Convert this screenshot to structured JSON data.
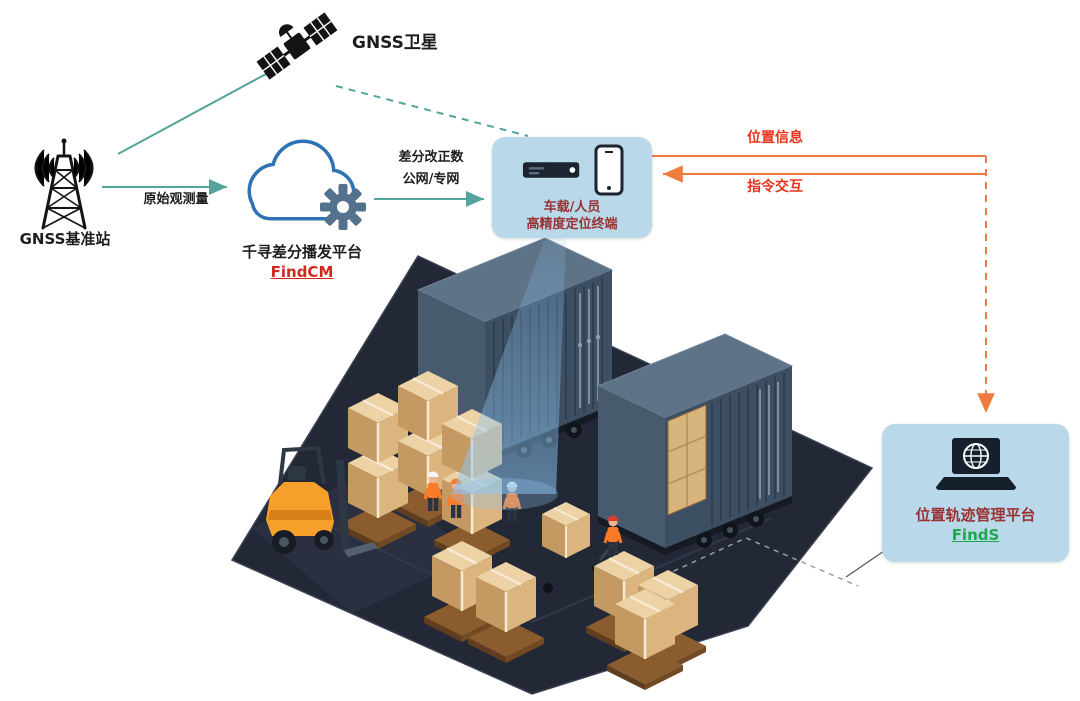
{
  "diagram": {
    "satellite": {
      "label": "GNSS卫星",
      "icon": "satellite-icon"
    },
    "base_station": {
      "label": "GNSS基准站",
      "icon": "signal-tower-icon"
    },
    "flow_base_to_cloud": {
      "label": "原始观测量"
    },
    "cloud_platform": {
      "name": "千寻差分播发平台",
      "product": "FindCM",
      "icon": "cloud-gear-icon"
    },
    "flow_cloud_to_terminal": {
      "line1": "差分改正数",
      "line2": "公网/专网"
    },
    "terminal": {
      "line1": "车载/人员",
      "line2": "高精度定位终端",
      "icons": [
        "receiver-icon",
        "smartphone-icon"
      ]
    },
    "flow_position": {
      "label": "位置信息"
    },
    "flow_command": {
      "label": "指令交互"
    },
    "management_platform": {
      "name": "位置轨迹管理平台",
      "product": "FindS",
      "icon": "laptop-globe-icon"
    },
    "scene": {
      "description": "isometric container yard with two containers, forklift, pallet stacks and workers"
    }
  },
  "colors": {
    "teal_line": "#54a49d",
    "orange_line": "#ee7c3f",
    "red_label": "#e8321e",
    "panel_text_red": "#993333",
    "findcm_red": "#d02a1f",
    "finds_green": "#1ca84b",
    "panel_bg": "#b9d8ea",
    "cloud_blue": "#2e74b5",
    "beam_blue": "#8dc5f2",
    "ground_dark": "#232836"
  }
}
